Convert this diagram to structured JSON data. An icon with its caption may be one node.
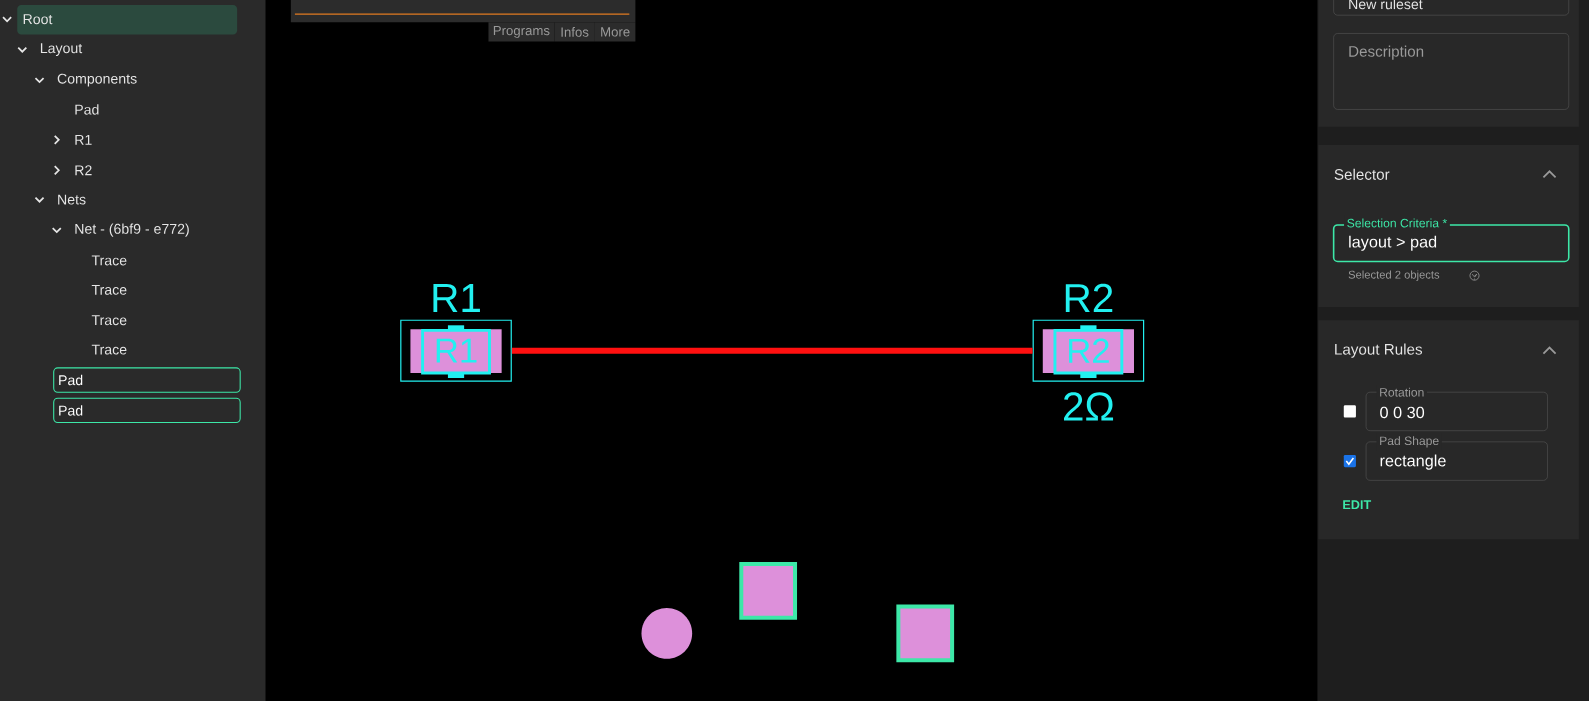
{
  "diagram": {
    "nodes": [
      {
        "text": [
          "R1"
        ],
        "beside": [
          "R1"
        ]
      },
      {
        "text": [
          "R2"
        ],
        "beside": [
          "R2",
          "2Ω"
        ]
      },
      {
        "text": [],
        "shape": "circle"
      },
      {
        "text": [],
        "shape": "box"
      },
      {
        "text": [],
        "shape": "box"
      }
    ],
    "edges": [
      {
        "from": 0,
        "to": 1,
        "arrow": "none",
        "color": "#ff1010"
      }
    ],
    "labels": [
      "Root",
      "Layout",
      "Components",
      "Pad",
      "R1",
      "R2",
      "Nets",
      "Net - (6bf9 - e772)",
      "Trace",
      "Trace",
      "Trace",
      "Trace",
      "Pad",
      "Pad",
      "Programs",
      "Infos",
      "More",
      "New ruleset",
      "Description",
      "Selector",
      "Selection Criteria *",
      "layout > pad",
      "Selected 2 objects",
      "Layout Rules",
      "Rotation",
      "0 0 30",
      "Pad Shape",
      "rectangle",
      "EDIT"
    ]
  }
}
